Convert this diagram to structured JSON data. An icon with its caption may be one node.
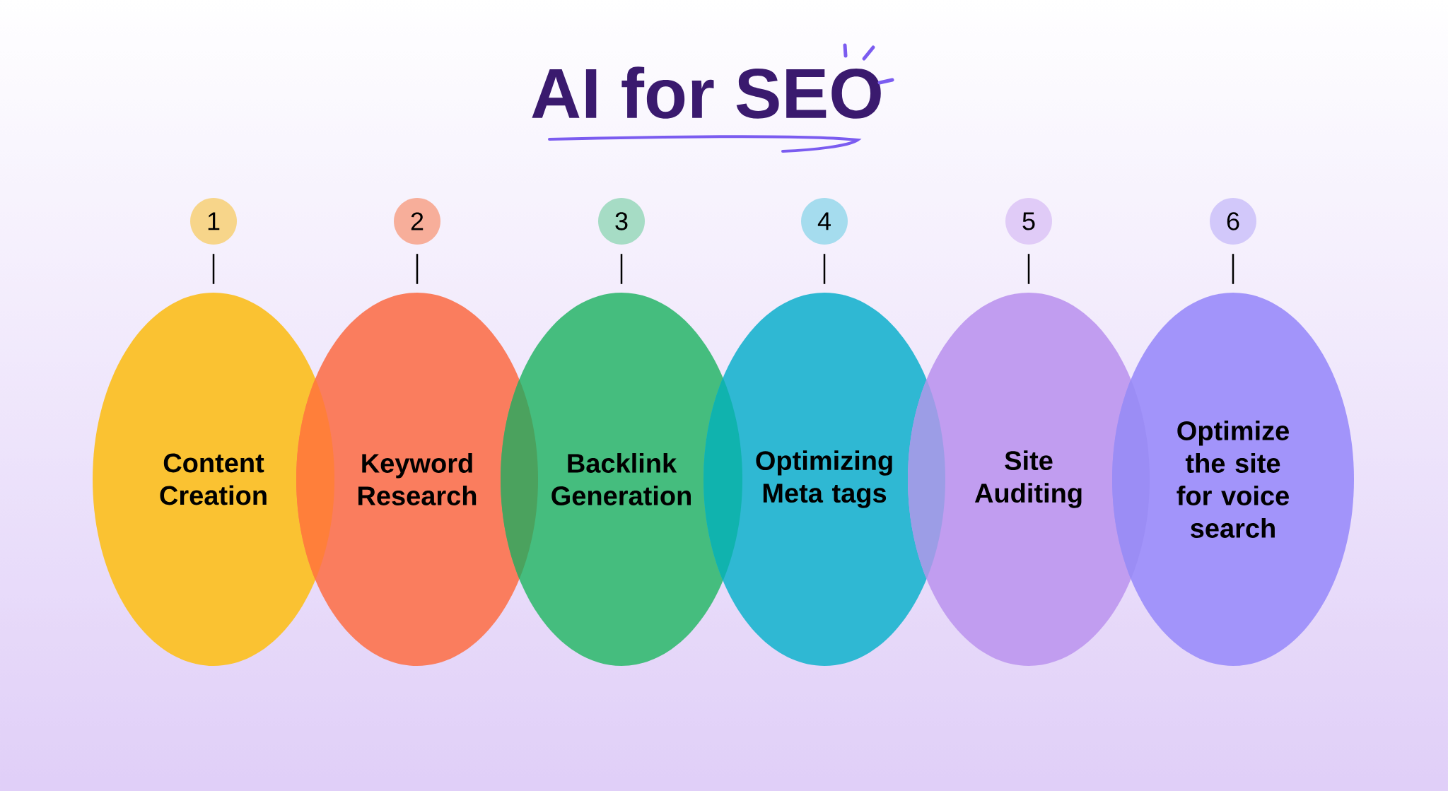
{
  "diagram": {
    "title": "AI for SEO",
    "nodes": [
      {
        "text": [
          "1"
        ]
      },
      {
        "text": [
          "2"
        ]
      },
      {
        "text": [
          "3"
        ]
      },
      {
        "text": [
          "4"
        ]
      },
      {
        "text": [
          "5"
        ]
      },
      {
        "text": [
          "6"
        ]
      },
      {
        "text": [
          "Content Creation"
        ]
      },
      {
        "text": [
          "Keyword Research"
        ]
      },
      {
        "text": [
          "Backlink Generation"
        ]
      },
      {
        "text": [
          "Optimizing Meta tags"
        ]
      },
      {
        "text": [
          "Site Auditing"
        ]
      },
      {
        "text": [
          "Optimize the site for voice search"
        ]
      }
    ],
    "edges": [
      {
        "from": 0,
        "to": 6,
        "arrow": "none"
      },
      {
        "from": 1,
        "to": 7,
        "arrow": "none"
      },
      {
        "from": 2,
        "to": 8,
        "arrow": "none"
      },
      {
        "from": 3,
        "to": 9,
        "arrow": "none"
      },
      {
        "from": 4,
        "to": 10,
        "arrow": "none"
      },
      {
        "from": 5,
        "to": 11,
        "arrow": "none"
      }
    ]
  }
}
